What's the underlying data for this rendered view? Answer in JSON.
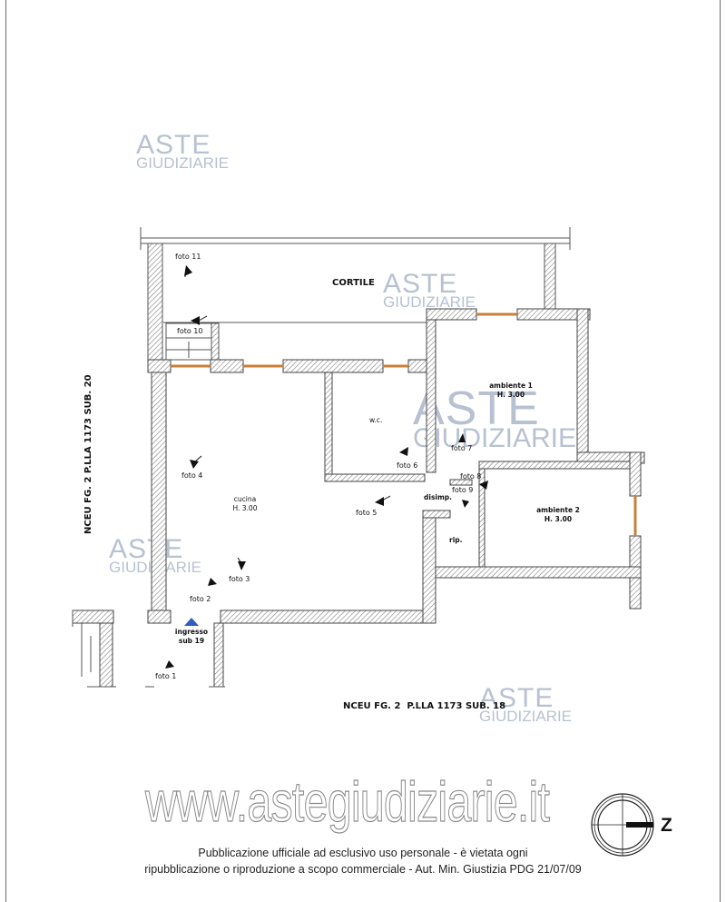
{
  "plan": {
    "courtyard_label": "CORTILE",
    "rooms": [
      {
        "id": "ambiente1",
        "name": "ambiente 1",
        "height": "H. 3.00"
      },
      {
        "id": "ambiente2",
        "name": "ambiente 2",
        "height": "H. 3.00"
      },
      {
        "id": "cucina",
        "name": "cucina",
        "height": "H. 3.00"
      },
      {
        "id": "wc",
        "name": "w.c."
      },
      {
        "id": "disimp",
        "name": "disimp."
      },
      {
        "id": "rip",
        "name": "rip."
      }
    ],
    "entrance_label_line1": "ingresso",
    "entrance_label_line2": "sub 19",
    "neighbor_left": "NCEU FG. 2  P.LLA 1173 SUB. 20",
    "neighbor_bottom": "NCEU FG. 2  P.LLA 1173 SUB. 18",
    "photos": [
      "foto 1",
      "foto 2",
      "foto 3",
      "foto 4",
      "foto 5",
      "foto 6",
      "foto 7",
      "foto 8",
      "foto 9",
      "foto 10",
      "foto 11"
    ],
    "compass_letter": "Z"
  },
  "watermark": {
    "logo_top": "ASTE",
    "logo_bottom": "GIUDIZIARIE",
    "site": "www.astegiudiziarie.it"
  },
  "footer": {
    "line1": "Pubblicazione ufficiale ad esclusivo uso personale - è vietata ogni",
    "line2": "ripubblicazione o riproduzione a scopo commerciale - Aut. Min. Giustizia PDG 21/07/09"
  },
  "colors": {
    "wall_hatch": "#7d7d7d",
    "window": "#c8803a",
    "watermark": "#b8c1d2",
    "entrance_marker": "#2d5fbf"
  }
}
